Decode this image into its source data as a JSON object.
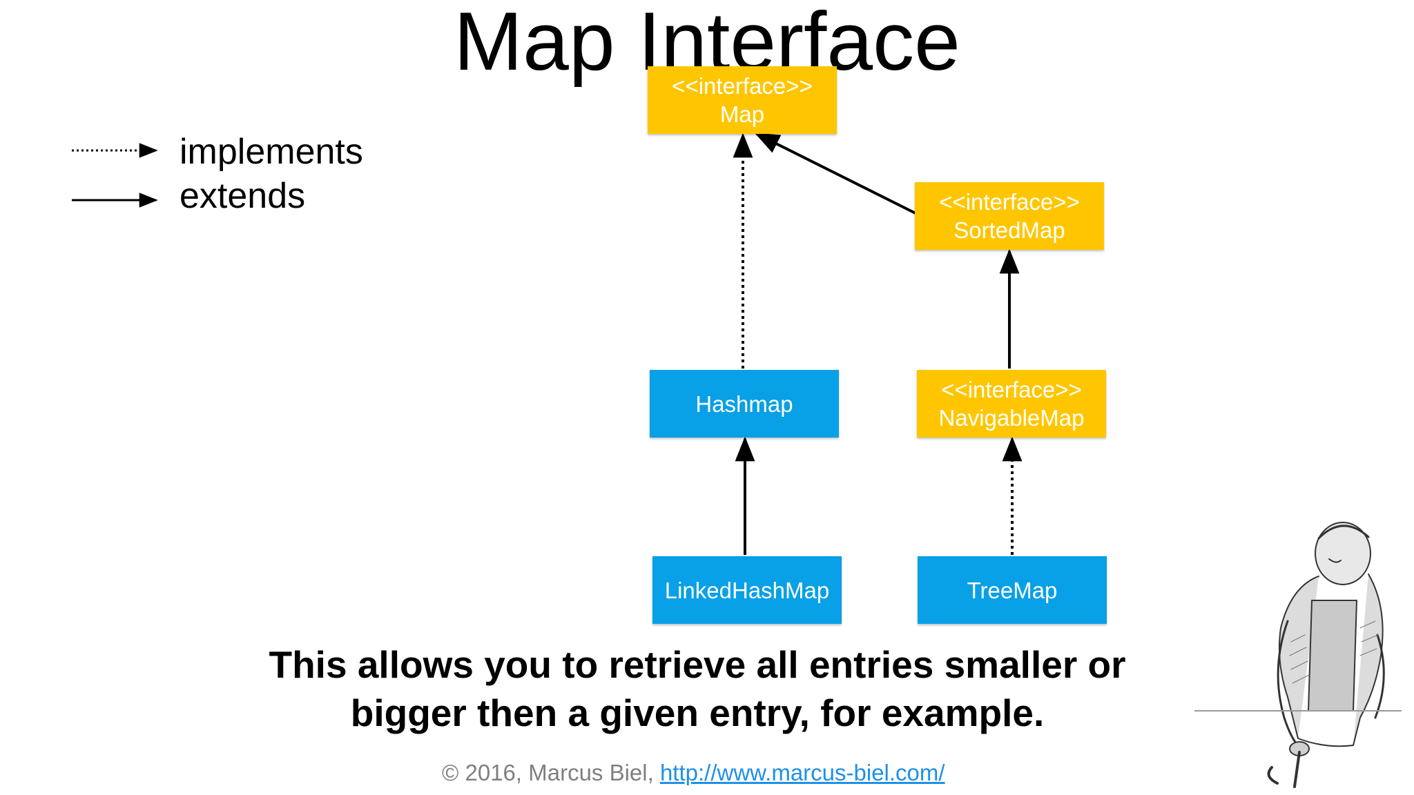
{
  "slide": {
    "title": "Map Interface",
    "legend": {
      "implements_label": "implements",
      "extends_label": "extends"
    },
    "nodes": {
      "map": {
        "stereotype": "<<interface>>",
        "name": "Map"
      },
      "sorted_map": {
        "stereotype": "<<interface>>",
        "name": "SortedMap"
      },
      "hashmap": {
        "name": "Hashmap"
      },
      "navigable_map": {
        "stereotype": "<<interface>>",
        "name": "NavigableMap"
      },
      "linked_hash_map": {
        "name": "LinkedHashMap"
      },
      "tree_map": {
        "name": "TreeMap"
      }
    },
    "caption": {
      "line1": "This allows you to retrieve all entries smaller or",
      "line2": "bigger then a given entry, for example."
    },
    "footer": {
      "copyright": "© 2016, Marcus Biel, ",
      "link_text": "http://www.marcus-biel.com/"
    }
  },
  "colors": {
    "interface": "#ffc600",
    "class": "#08a0e6",
    "link": "#1e90e8",
    "footer_text": "#7f7f7f"
  }
}
